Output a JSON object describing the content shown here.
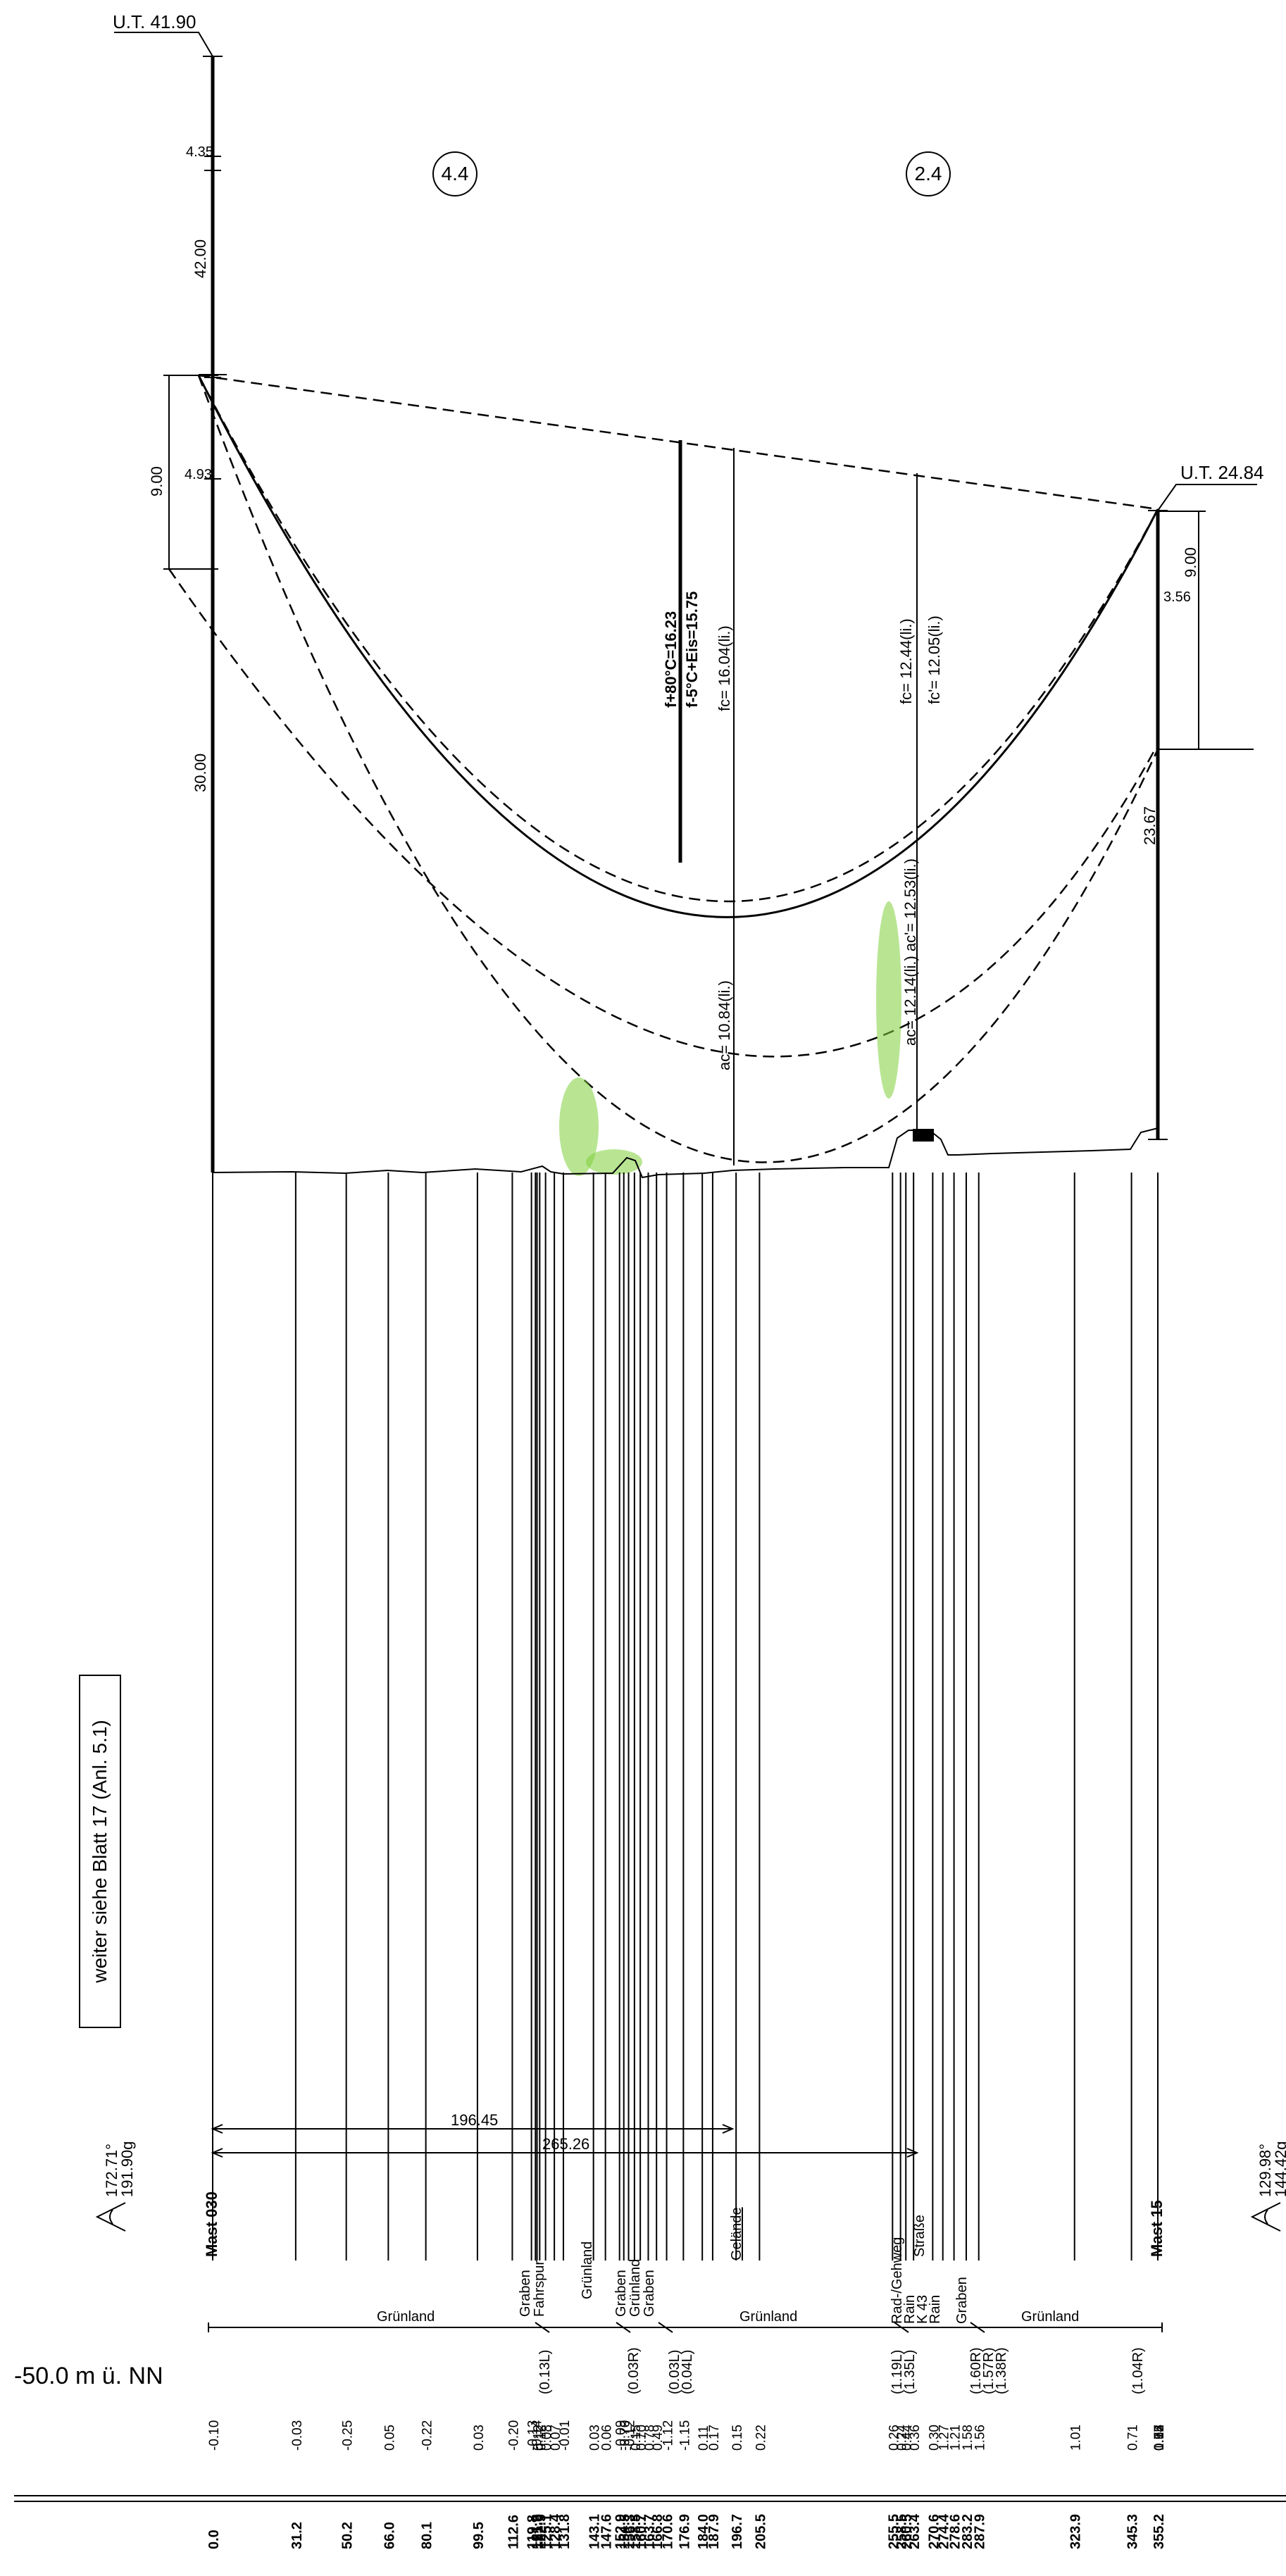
{
  "top": {
    "ut_left": "U.T. 41.90",
    "ut_right": "U.T. 24.84",
    "circle_left": "4.4",
    "circle_right": "2.4"
  },
  "dims": {
    "d_435": "4.35",
    "d_4200": "42.00",
    "d_493": "4.93",
    "d_900_left": "9.00",
    "d_3000": "30.00",
    "d_356": "3.56",
    "d_900_right": "9.00",
    "d_2367": "23.67"
  },
  "sag": {
    "f80": "f+80°C=16.23",
    "f5": "f-5°C+Eis=15.75",
    "fc_left": "fc= 16.04(li.)",
    "fc_right": "fc= 12.44(li.)",
    "fc2_right": "fc'= 12.05(li.)",
    "ac_left": "ac= 10.84(li.)",
    "ac_right": "ac= 12.14(li.) ac'= 12.53(li.)"
  },
  "continuation": "weiter siehe Blatt 17 (Anl. 5.1)",
  "spans": {
    "span1": "196.45",
    "span2": "265.26"
  },
  "angles": {
    "left_1": "172.71°",
    "left_2": "191.90g",
    "right_1": "129.98°",
    "right_2": "144.42g"
  },
  "masts": {
    "left": "Mast 030",
    "right": "Mast 15"
  },
  "features": [
    {
      "id": "gelaende",
      "text": "Gelände"
    },
    {
      "id": "strasse",
      "text": "Straße"
    }
  ],
  "feature_groups": [
    [
      "Graben",
      "Fahrspur"
    ],
    [
      "Graben",
      "Grünland",
      "Graben"
    ],
    [
      "Rad-/Gehweg",
      "Rain",
      "K 43",
      "Rain",
      "Graben"
    ]
  ],
  "land_segments": [
    "Grünland",
    "Grünland",
    "Grünland",
    "Grünland"
  ],
  "brackets": [
    "(0.13L)",
    "(0.03R)",
    "(0.03L)",
    "(0.04L)",
    "(1.19L)",
    "(1.35L)",
    "(1.60R)",
    "(1.57R)",
    "(1.38R)",
    "(1.04R)"
  ],
  "datum": "-50.0 m ü. NN",
  "elev_diffs": [
    "-0.10",
    "-0.03",
    "-0.25",
    "0.05",
    "-0.22",
    "0.03",
    "-0.20",
    "-0.13",
    "-0.14",
    "0.12",
    "0.12",
    "0.08",
    "0.07",
    "-0.01",
    "0.03",
    "0.06",
    "-0.09",
    "-0.70",
    "-0.12",
    "0.15",
    "0.70",
    "0.78",
    "0.49",
    "-1.12",
    "-1.15",
    "0.11",
    "0.17",
    "0.15",
    "0.22",
    "0.26",
    "0.24",
    "0.44",
    "0.36",
    "0.30",
    "1.27",
    "1.21",
    "1.58",
    "1.56",
    "1.01",
    "0.71",
    "0.57",
    "0.64",
    "0.92",
    "0.75",
    "1.17"
  ],
  "stations": [
    "0.0",
    "31.2",
    "50.2",
    "66.0",
    "80.1",
    "99.5",
    "112.6",
    "119.8",
    "121.3",
    "121.9",
    "122.9",
    "125.1",
    "128.4",
    "131.8",
    "143.1",
    "147.6",
    "152.9",
    "154.5",
    "156.3",
    "158.5",
    "160.7",
    "163.7",
    "166.8",
    "170.6",
    "176.9",
    "184.0",
    "187.9",
    "196.7",
    "205.5",
    "255.5",
    "258.5",
    "260.5",
    "263.4",
    "270.6",
    "274.4",
    "278.6",
    "283.2",
    "287.9",
    "323.9",
    "345.3",
    "355.2"
  ]
}
